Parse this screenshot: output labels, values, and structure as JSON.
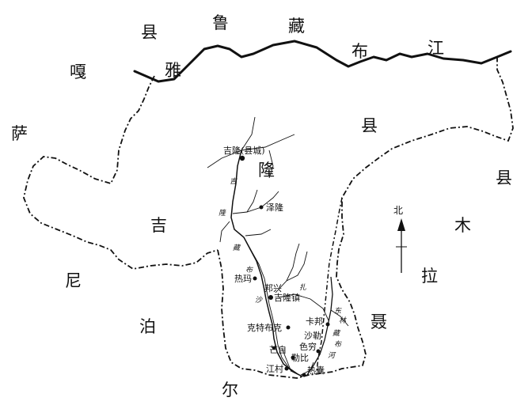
{
  "map": {
    "regions": {
      "jilong_county": [
        "吉",
        "隆",
        "县"
      ],
      "nielamu_county": [
        "聂",
        "拉",
        "木",
        "县"
      ],
      "nepal": [
        "尼",
        "泊",
        "尔"
      ],
      "saga_county": [
        "萨",
        "嘎",
        "县"
      ]
    },
    "yarlung_tsangpo": {
      "characters": [
        "鲁",
        "藏",
        "布",
        "江"
      ],
      "prefix": "雅"
    },
    "places": {
      "jilong_town": "吉隆(县城)",
      "zelong": "泽隆",
      "rema": "热玛",
      "bangxing": "邦兴",
      "jilong_zhen": "吉隆镇",
      "kabang": "卡邦",
      "shale": "沙勒",
      "seqiong": "色穷",
      "ketebu": "克特布克",
      "mangzi": "芒自",
      "lebi": "勒比",
      "jiangcun": "江村",
      "renang": "热囊"
    },
    "rivers": {
      "jilong_zangbu": [
        "吉",
        "隆",
        "藏",
        "布"
      ],
      "river_sha": "沙",
      "river_zha": "扎",
      "river_dongling": [
        "东",
        "林",
        "藏",
        "布",
        "河"
      ]
    },
    "north": "北",
    "colors": {
      "ink": "#111111",
      "background": "#ffffff"
    }
  }
}
